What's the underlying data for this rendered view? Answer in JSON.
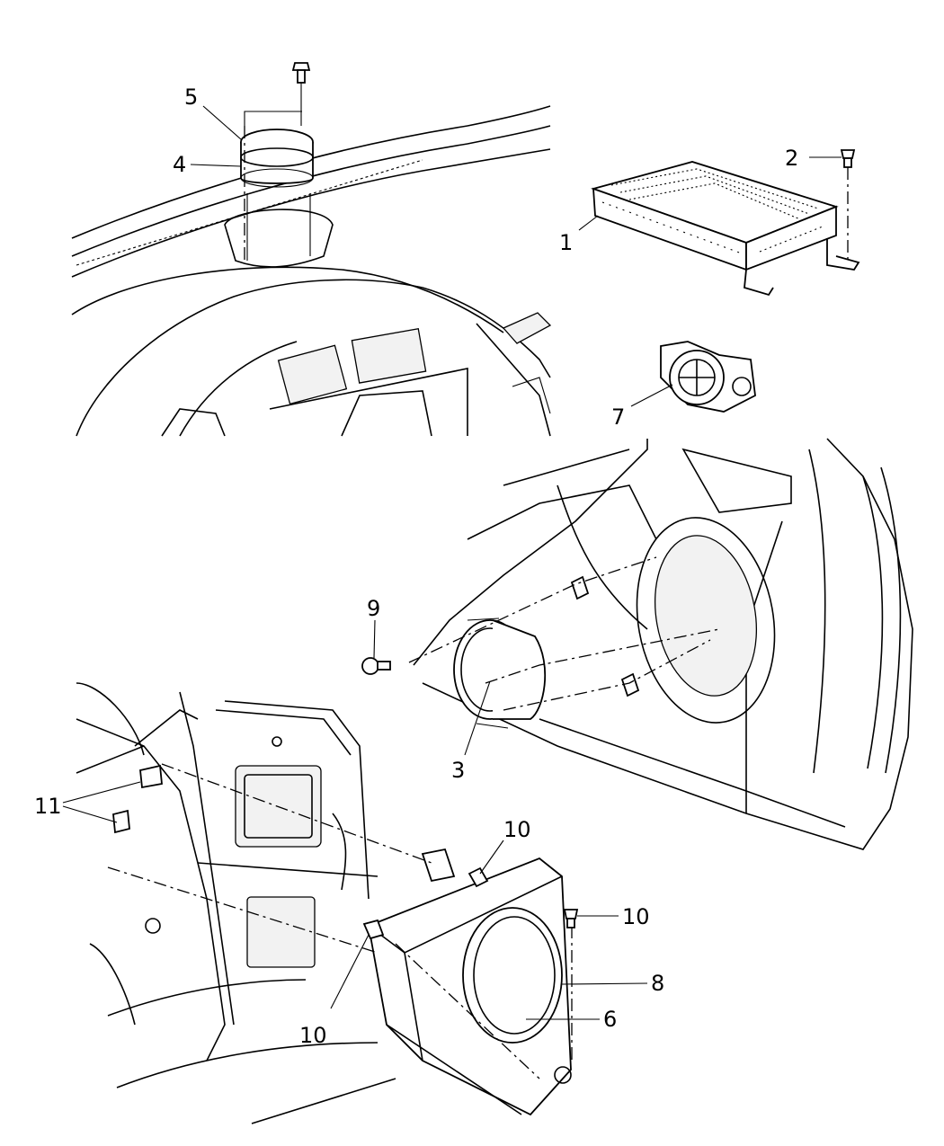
{
  "callouts": {
    "c1": "1",
    "c2": "2",
    "c3": "3",
    "c4": "4",
    "c5": "5",
    "c6": "6",
    "c7": "7",
    "c8": "8",
    "c9": "9",
    "c10a": "10",
    "c10b": "10",
    "c10c": "10",
    "c11": "11"
  }
}
